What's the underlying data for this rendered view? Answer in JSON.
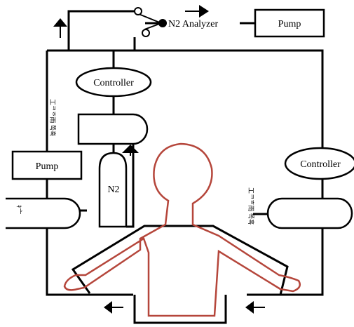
{
  "labels": {
    "n2_analyzer": "N2 Analyzer",
    "pump_top": "Pump",
    "controller_top": "Controller",
    "controller_right": "Controller",
    "pump_left": "Pump",
    "n2_cylinder": "N2",
    "valve_top": "工ᄏᄒ雨 쪽혹",
    "valve_left": "ｷ亠",
    "valve_right": "工ᄏᄒ雨 쪽혹"
  },
  "colors": {
    "line": "#000000",
    "body_outline": "#b5463b",
    "background": "#ffffff"
  },
  "icons": [
    "arrow-up-icon",
    "arrow-right-icon",
    "arrow-left-icon",
    "switch-icon"
  ]
}
